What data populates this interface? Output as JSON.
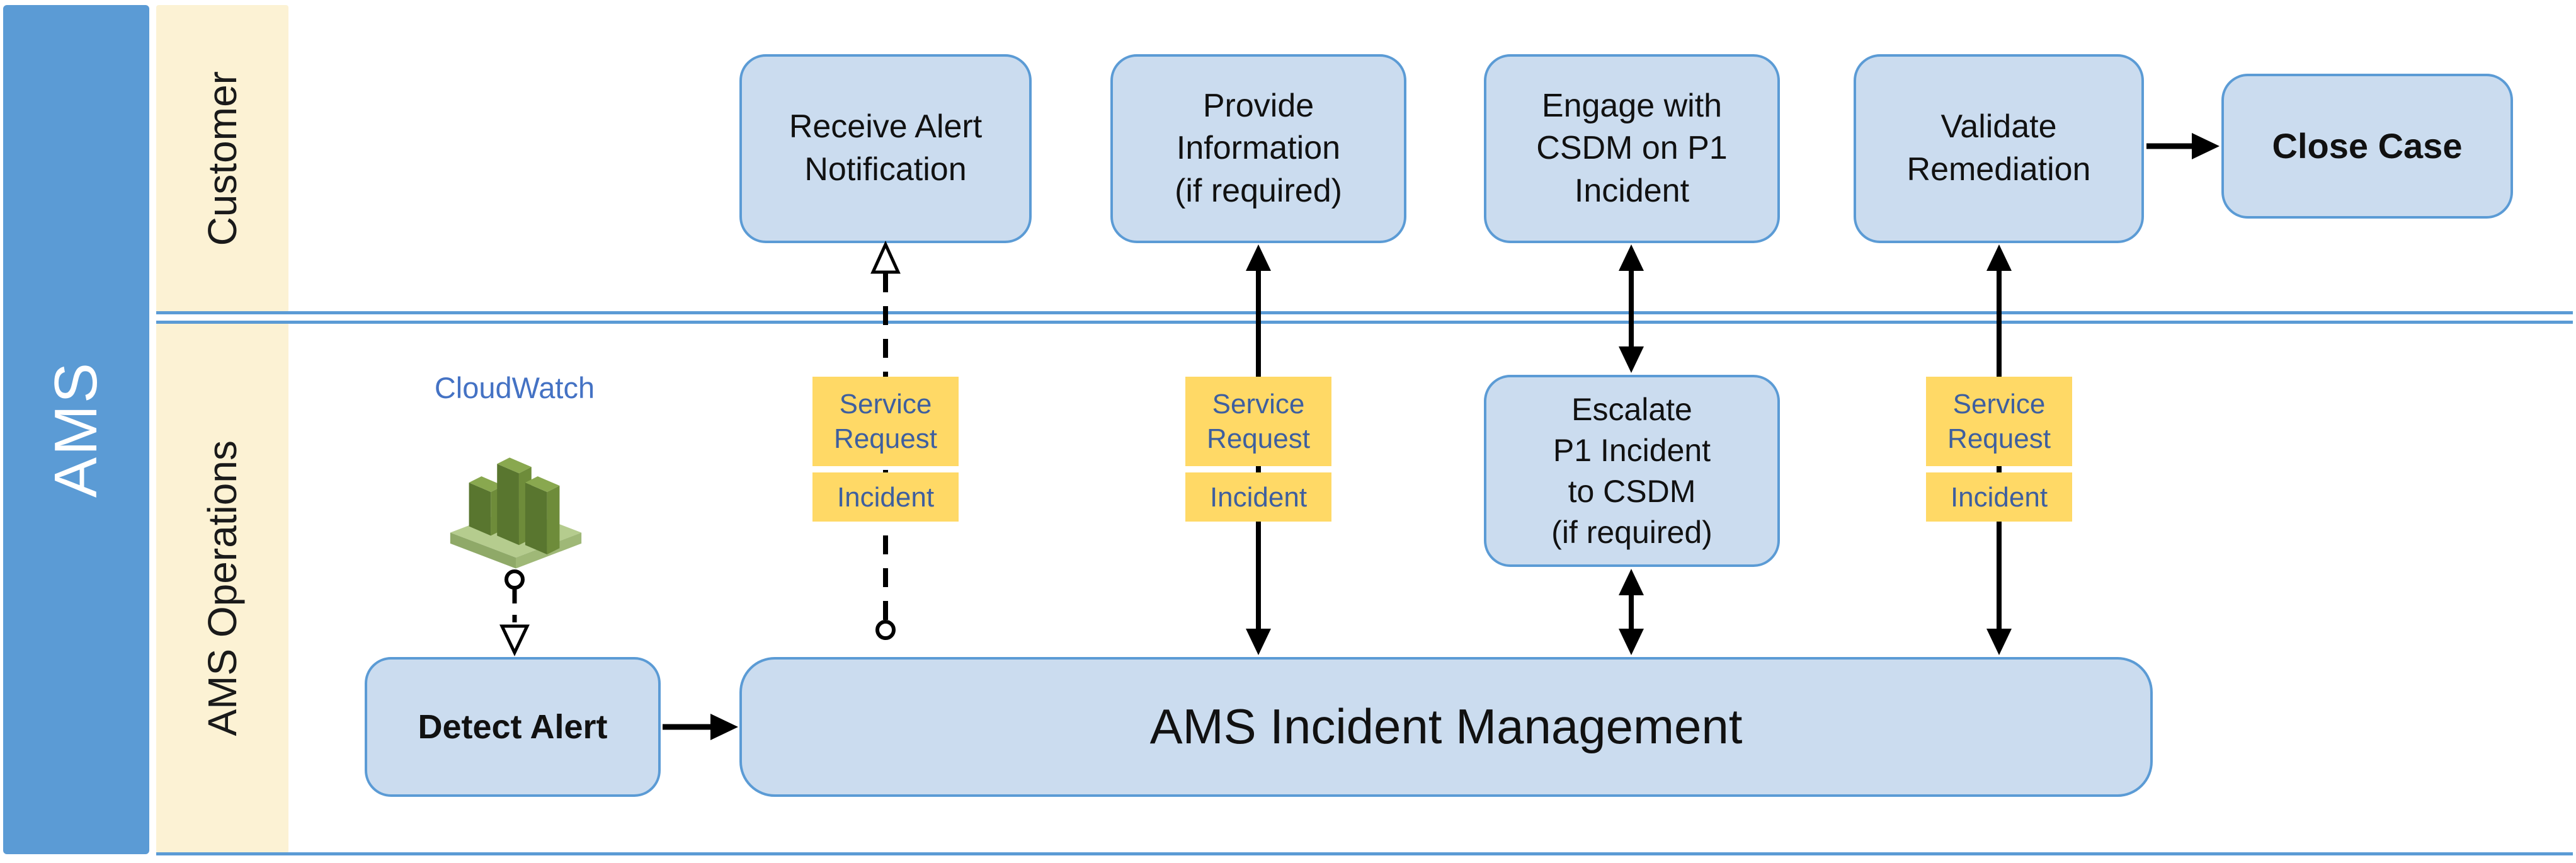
{
  "group_label": "AMS",
  "lanes": {
    "customer": "Customer",
    "operations": "AMS Operations"
  },
  "customer_lane": {
    "receive_alert": "Receive Alert\nNotification",
    "provide_info": "Provide\nInformation\n(if required)",
    "engage_csdm": "Engage with\nCSDM on P1\nIncident",
    "validate_remediation": "Validate\nRemediation",
    "close_case": "Close Case"
  },
  "operations_lane": {
    "cloudwatch_label": "CloudWatch",
    "detect_alert": "Detect Alert",
    "escalate": "Escalate\nP1 Incident\nto CSDM\n(if required)",
    "incident_management": "AMS Incident Management"
  },
  "tags": {
    "service_request": "Service\nRequest",
    "incident": "Incident"
  },
  "colors": {
    "group_bar": "#5B9BD5",
    "lane_background": "#FCF2D4",
    "node_fill": "#CBDCEF",
    "node_border": "#5B9BD5",
    "tag_fill": "#FFD966",
    "tag_text": "#3E5F9F",
    "divider": "#5B9BD5",
    "cloudwatch_text": "#4472C4",
    "arrow": "#000000"
  }
}
